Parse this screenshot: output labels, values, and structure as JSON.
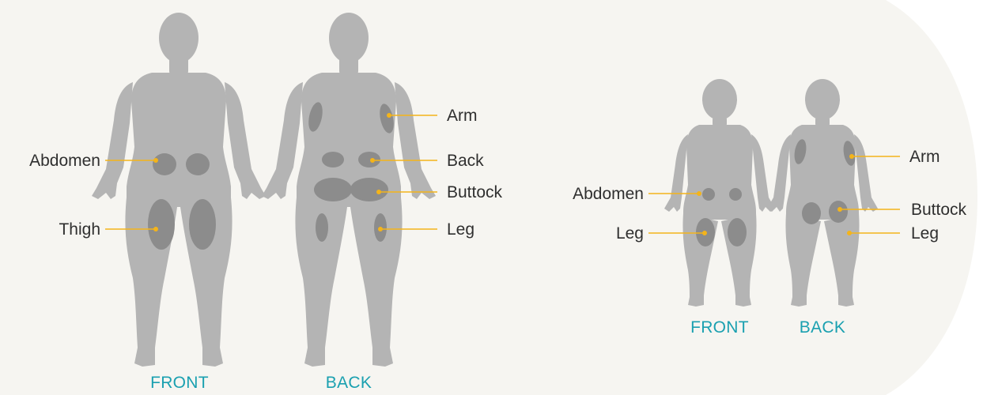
{
  "colors": {
    "background_panel": "#f6f5f1",
    "silhouette": "#b4b4b4",
    "injection_zone": "#8c8c8c",
    "leader_line": "#f4b41a",
    "view_label": "#1aa0b0",
    "label_text": "#2f2f2f"
  },
  "adult": {
    "front": {
      "view_label": "FRONT",
      "labels": {
        "abdomen": "Abdomen",
        "thigh": "Thigh"
      }
    },
    "back": {
      "view_label": "BACK",
      "labels": {
        "arm": "Arm",
        "back": "Back",
        "buttock": "Buttock",
        "leg": "Leg"
      }
    }
  },
  "child": {
    "front": {
      "view_label": "FRONT",
      "labels": {
        "abdomen": "Abdomen",
        "leg": "Leg"
      }
    },
    "back": {
      "view_label": "BACK",
      "labels": {
        "arm": "Arm",
        "buttock": "Buttock",
        "leg": "Leg"
      }
    }
  }
}
